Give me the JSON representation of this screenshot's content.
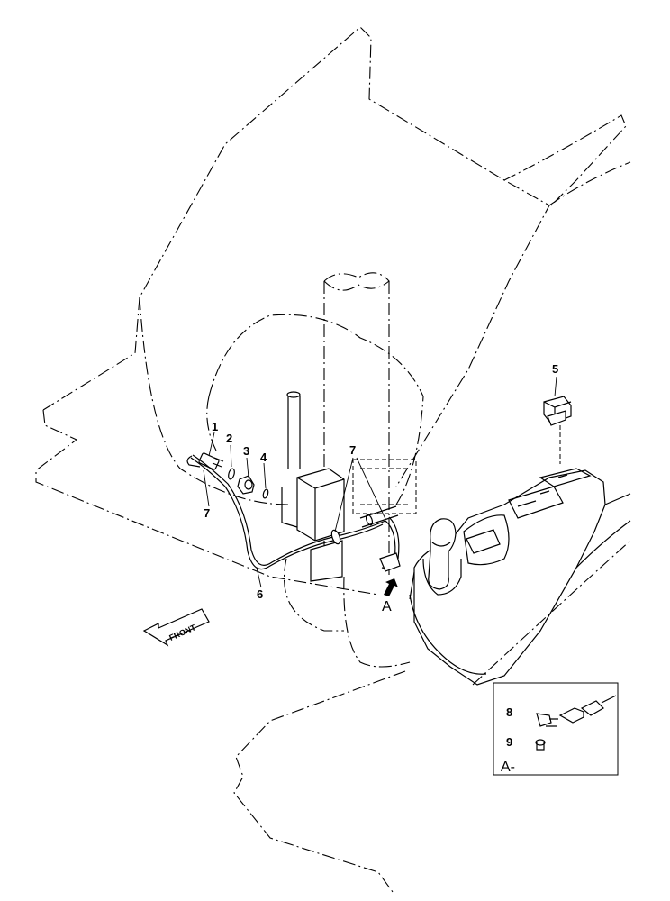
{
  "callouts": {
    "c1": "1",
    "c2": "2",
    "c3": "3",
    "c4": "4",
    "c5": "5",
    "c6": "6",
    "c7a": "7",
    "c7b": "7",
    "c8": "8",
    "c9": "9"
  },
  "view_marker": "A",
  "detail_label": "A-",
  "front_label": "FRONT"
}
